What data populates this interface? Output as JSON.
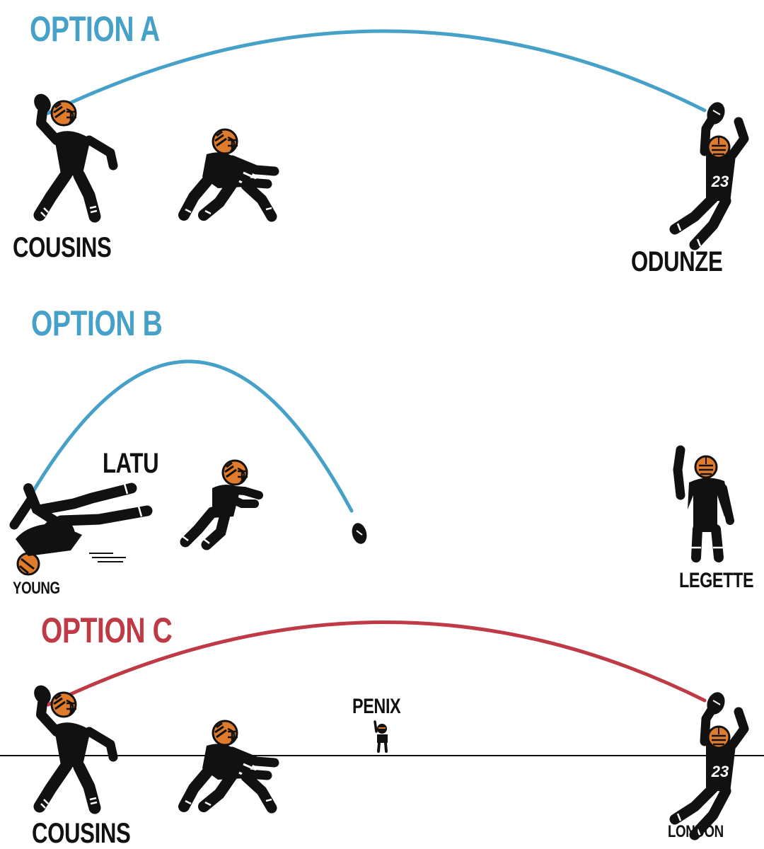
{
  "colors": {
    "option_a_b": "#46a1c8",
    "option_c": "#bf3a45",
    "figure": "#111111",
    "helmet": "#e07b2c",
    "background": "#ffffff"
  },
  "icons": [
    "quarterback-throwing-icon",
    "blocking-lineman-icon",
    "jumping-receiver-icon",
    "football-icon",
    "tackled-quarterback-icon",
    "pass-rusher-icon",
    "waving-receiver-icon",
    "small-waving-player-icon"
  ],
  "option_a": {
    "title": "OPTION A",
    "passer_label": "COUSINS",
    "receiver_label": "ODUNZE",
    "receiver_number": "23"
  },
  "option_b": {
    "title": "OPTION B",
    "rusher_label": "LATU",
    "passer_label": "YOUNG",
    "receiver_label": "LEGETTE"
  },
  "option_c": {
    "title": "OPTION C",
    "bench_label": "PENIX",
    "passer_label": "COUSINS",
    "receiver_label": "LONDON",
    "receiver_number": "23"
  }
}
